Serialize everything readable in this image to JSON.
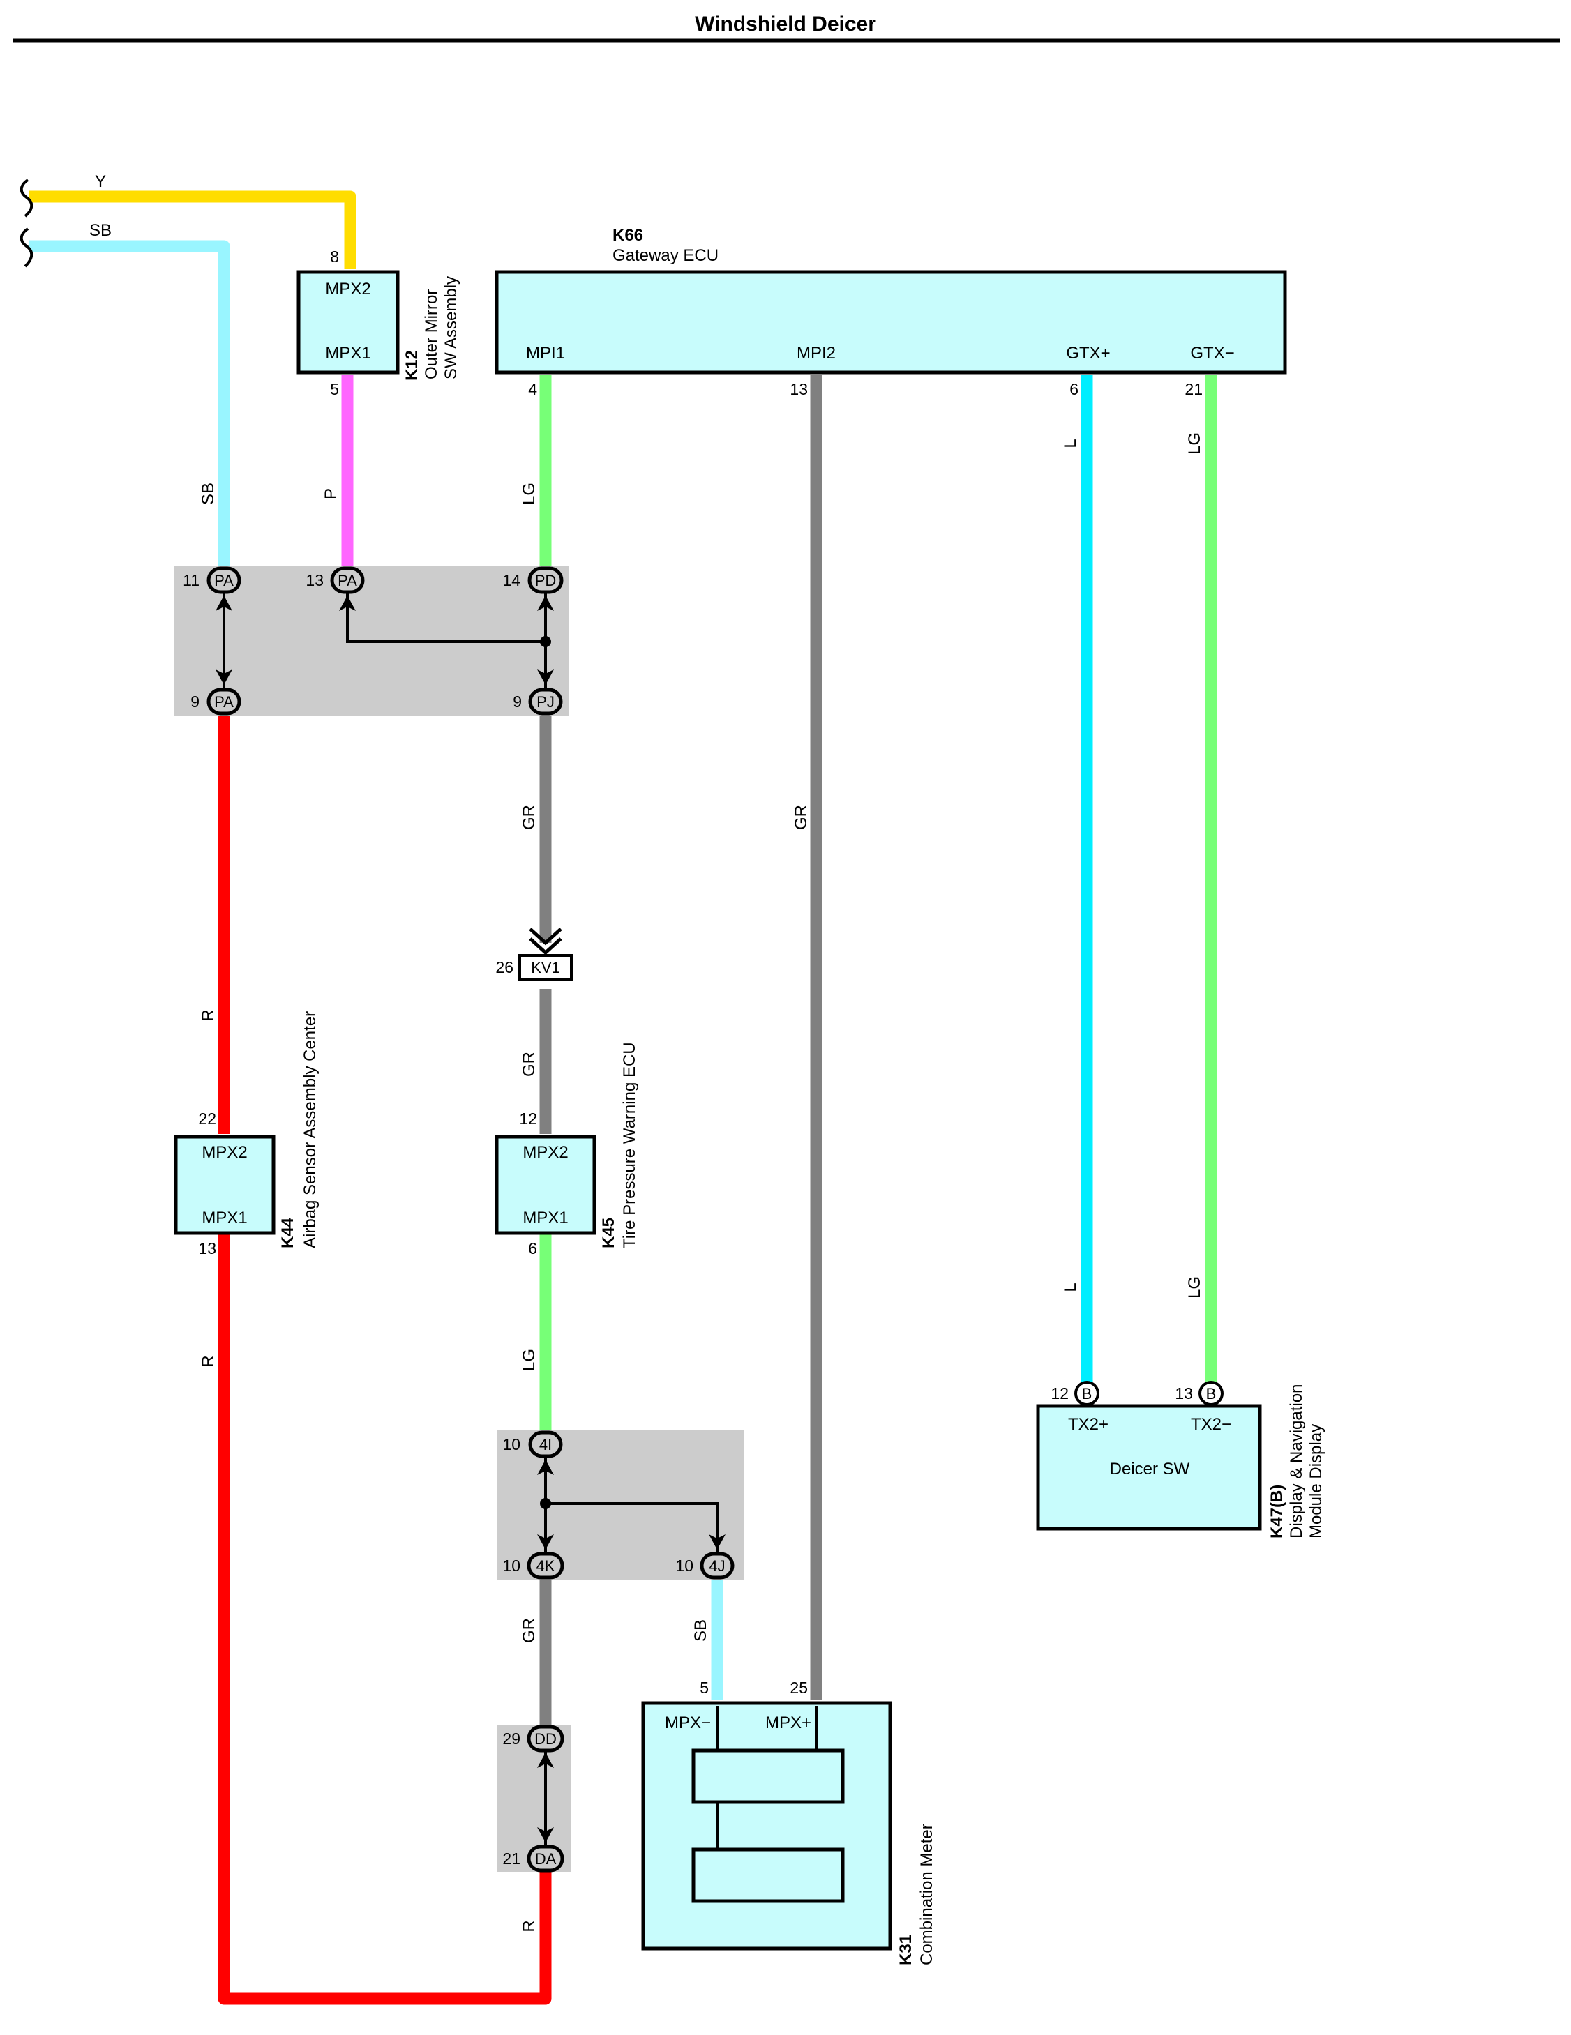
{
  "title": "Windshield Deicer",
  "colors": {
    "Y": "#ffdd00",
    "SB": "#99f5ff",
    "P": "#ff66ff",
    "LG": "#77ff77",
    "GR": "#808080",
    "L": "#00eeff",
    "R": "#ff0000",
    "box": "#c8fcfc",
    "junction": "#cccccc"
  },
  "components": {
    "k66": {
      "code": "K66",
      "name": "Gateway ECU",
      "pins": [
        "MPI1",
        "MPI2",
        "GTX+",
        "GTX−"
      ]
    },
    "k12": {
      "code": "K12",
      "name1": "Outer Mirror",
      "name2": "SW Assembly",
      "pin_top": "MPX2",
      "pin_bottom": "MPX1"
    },
    "k44": {
      "code": "K44",
      "name": "Airbag Sensor Assembly Center",
      "pin_top": "MPX2",
      "pin_bottom": "MPX1"
    },
    "k45": {
      "code": "K45",
      "name": "Tire Pressure Warning ECU",
      "pin_top": "MPX2",
      "pin_bottom": "MPX1"
    },
    "k47": {
      "code": "K47(B)",
      "name1": "Display & Navigation",
      "name2": "Module Display",
      "inner": "Deicer SW",
      "pin_left": "TX2+",
      "pin_right": "TX2−"
    },
    "k31": {
      "code": "K31",
      "name": "Combination Meter",
      "pin_left": "MPX−",
      "pin_right": "MPX+"
    }
  },
  "connectors": {
    "pa11": "PA",
    "pa13": "PA",
    "pd14": "PD",
    "pa9": "PA",
    "pj9": "PJ",
    "kv1": "KV1",
    "c4i": "4I",
    "c4k": "4K",
    "c4j": "4J",
    "dd": "DD",
    "da": "DA",
    "b12": "B",
    "b13": "B"
  },
  "pin_numbers": {
    "k12_8": "8",
    "k12_5": "5",
    "k66_4": "4",
    "k66_13": "13",
    "k66_6": "6",
    "k66_21": "21",
    "pa11": "11",
    "pa13": "13",
    "pd14": "14",
    "pa9": "9",
    "pj9": "9",
    "kv1": "26",
    "k44_22": "22",
    "k44_13": "13",
    "k45_12": "12",
    "k45_6": "6",
    "c4i": "10",
    "c4k": "10",
    "c4j": "10",
    "dd": "29",
    "da": "21",
    "k47_12": "12",
    "k47_13": "13",
    "k31_5": "5",
    "k31_25": "25"
  },
  "wire_labels": {
    "y_top": "Y",
    "sb_top": "SB",
    "sb_left": "SB",
    "p": "P",
    "lg_k66": "LG",
    "l_top": "L",
    "lg_top": "LG",
    "gr_mpi2": "GR",
    "gr_pj": "GR",
    "gr_kv1": "GR",
    "r_upper": "R",
    "r_lower": "R",
    "lg_k45": "LG",
    "gr_4k": "GR",
    "sb_4j": "SB",
    "l_bottom": "L",
    "lg_bottom": "LG",
    "r_da": "R"
  }
}
